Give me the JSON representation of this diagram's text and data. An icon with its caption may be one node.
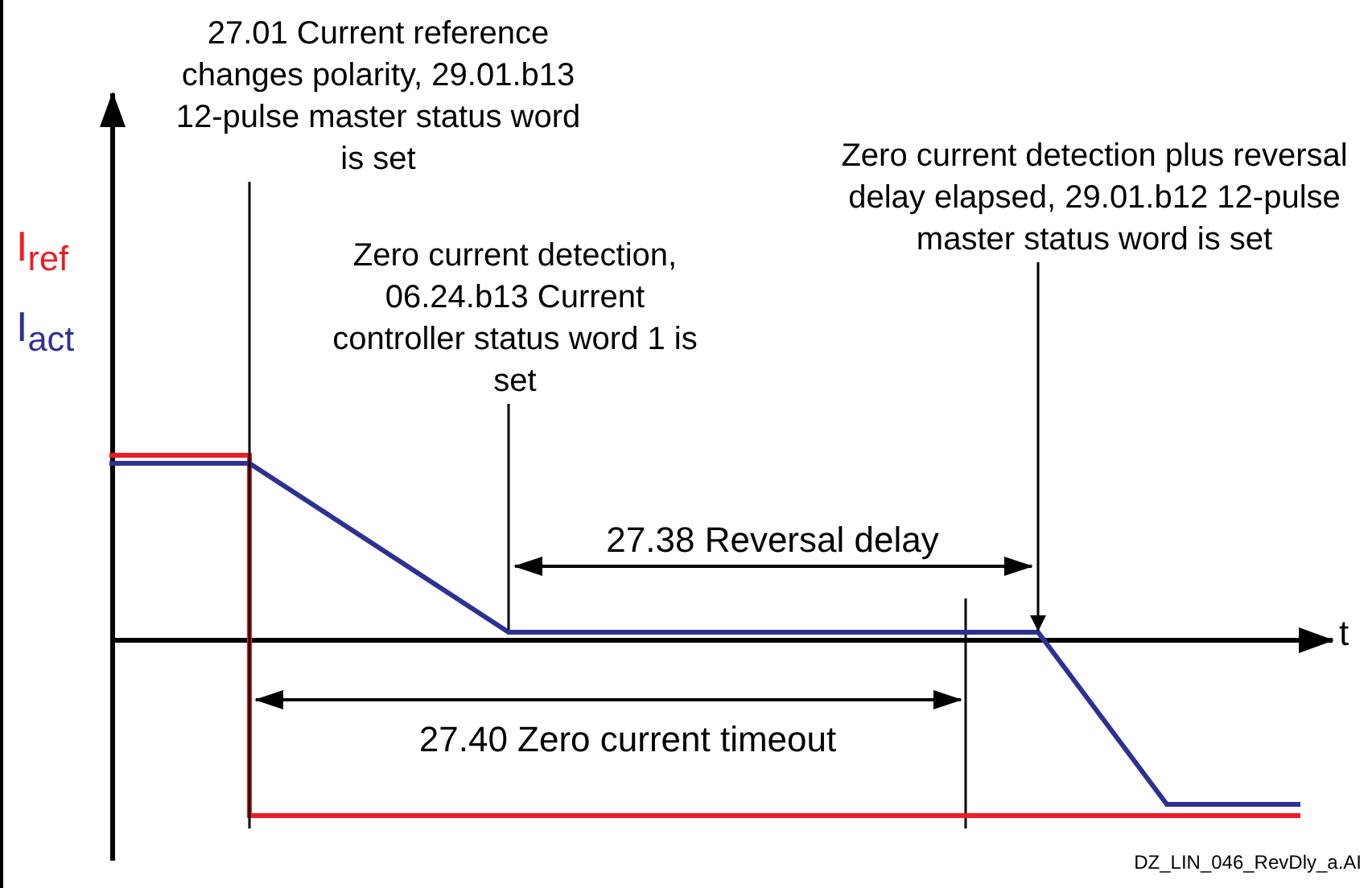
{
  "diagram": {
    "nodes": [
      {
        "text": [
          "27.01 Current reference changes polarity, 29.01.b13 12-pulse master status word is set"
        ]
      },
      {
        "text": [
          "Zero current detection, 06.24.b13 Current controller status word 1 is set"
        ]
      },
      {
        "text": [
          "Zero current detection plus reversal delay elapsed, 29.01.b12 12-pulse master status word is set"
        ]
      },
      {
        "text": [],
        "shape": "line"
      }
    ],
    "edges": [
      {
        "from": 0,
        "to": null,
        "arrow": "none"
      },
      {
        "from": 1,
        "to": 3,
        "arrow": "none"
      },
      {
        "from": 2,
        "to": 3,
        "arrow": "to"
      }
    ],
    "labels": [
      "t",
      "27.38 Reversal delay",
      "27.40 Zero current timeout",
      "DZ_LIN_046_RevDly_a.AI"
    ],
    "legend": [
      {
        "text": "I$_{ref}$",
        "color": "#ee1c25"
      },
      {
        "text": "I$_{act}$",
        "color": "#2e3192"
      }
    ]
  }
}
